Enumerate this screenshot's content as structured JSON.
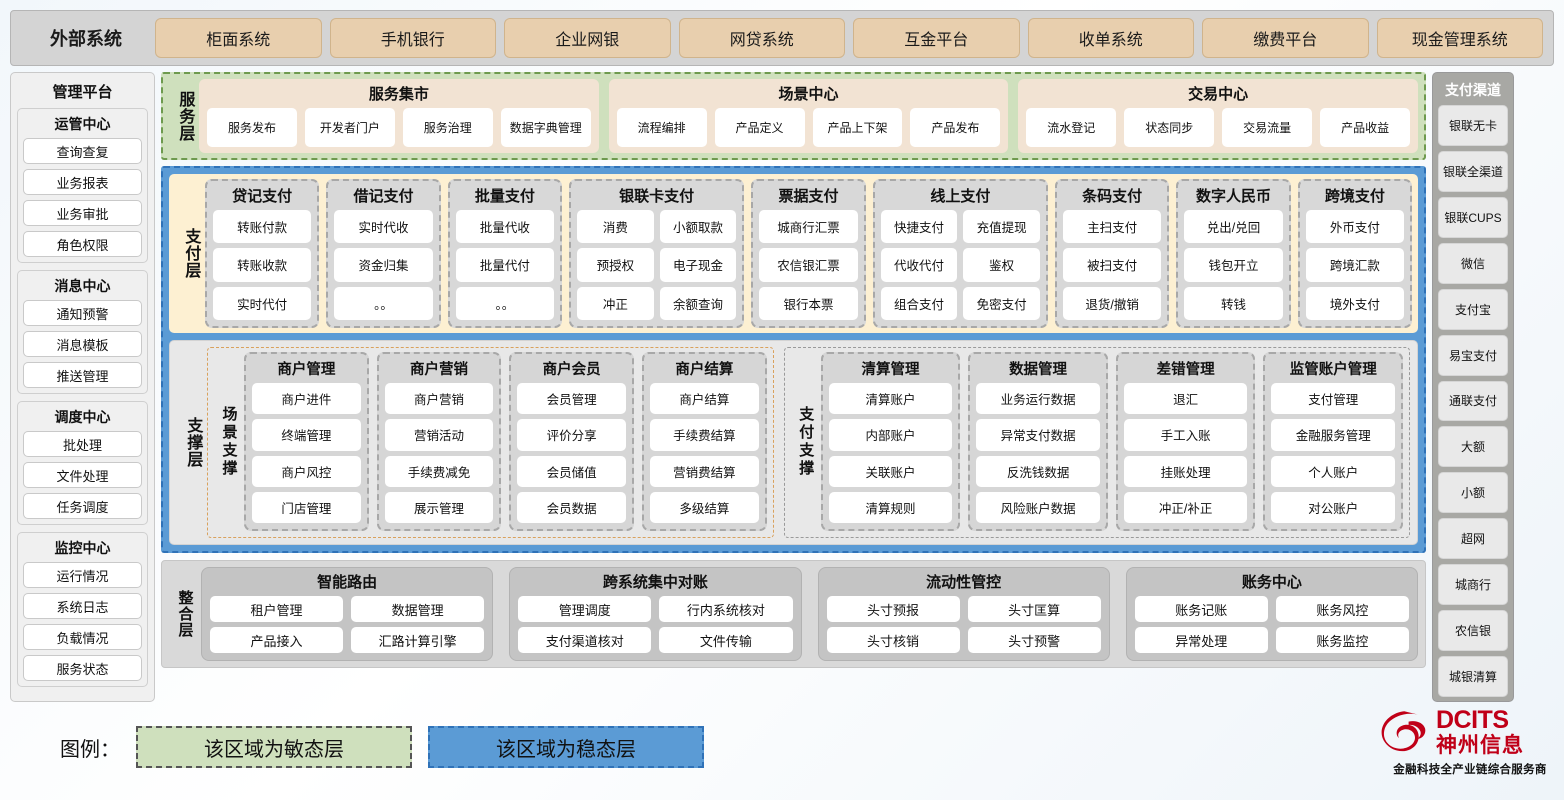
{
  "external_systems": {
    "title": "外部系统",
    "items": [
      "柜面系统",
      "手机银行",
      "企业网银",
      "网贷系统",
      "互金平台",
      "收单系统",
      "缴费平台",
      "现金管理系统"
    ]
  },
  "admin_platform": {
    "title": "管理平台",
    "groups": [
      {
        "title": "运管中心",
        "items": [
          "查询查复",
          "业务报表",
          "业务审批",
          "角色权限"
        ]
      },
      {
        "title": "消息中心",
        "items": [
          "通知预警",
          "消息模板",
          "推送管理"
        ]
      },
      {
        "title": "调度中心",
        "items": [
          "批处理",
          "文件处理",
          "任务调度"
        ]
      },
      {
        "title": "监控中心",
        "items": [
          "运行情况",
          "系统日志",
          "负载情况",
          "服务状态"
        ]
      }
    ]
  },
  "payment_channels": {
    "title": "支付渠道",
    "items": [
      "银联无卡",
      "银联全渠道",
      "银联CUPS",
      "微信",
      "支付宝",
      "易宝支付",
      "通联支付",
      "大额",
      "小额",
      "超网",
      "城商行",
      "农信银",
      "城银清算"
    ]
  },
  "service_layer": {
    "label": "服务层",
    "cards": [
      {
        "title": "服务集市",
        "chips": [
          "服务发布",
          "开发者门户",
          "服务治理",
          "数据字典管理"
        ]
      },
      {
        "title": "场景中心",
        "chips": [
          "流程编排",
          "产品定义",
          "产品上下架",
          "产品发布"
        ]
      },
      {
        "title": "交易中心",
        "chips": [
          "流水登记",
          "状态同步",
          "交易流量",
          "产品收益"
        ]
      }
    ]
  },
  "payment_layer": {
    "label": "支付层",
    "groups": [
      {
        "title": "贷记支付",
        "cols": 1,
        "rows": [
          [
            "转账付款"
          ],
          [
            "转账收款"
          ],
          [
            "实时代付"
          ]
        ]
      },
      {
        "title": "借记支付",
        "cols": 1,
        "rows": [
          [
            "实时代收"
          ],
          [
            "资金归集"
          ],
          [
            "。。"
          ]
        ]
      },
      {
        "title": "批量支付",
        "cols": 1,
        "rows": [
          [
            "批量代收"
          ],
          [
            "批量代付"
          ],
          [
            "。。"
          ]
        ]
      },
      {
        "title": "银联卡支付",
        "cols": 2,
        "rows": [
          [
            "消费",
            "小额取款"
          ],
          [
            "预授权",
            "电子现金"
          ],
          [
            "冲正",
            "余额查询"
          ]
        ]
      },
      {
        "title": "票据支付",
        "cols": 1,
        "rows": [
          [
            "城商行汇票"
          ],
          [
            "农信银汇票"
          ],
          [
            "银行本票"
          ]
        ]
      },
      {
        "title": "线上支付",
        "cols": 2,
        "rows": [
          [
            "快捷支付",
            "充值提现"
          ],
          [
            "代收代付",
            "鉴权"
          ],
          [
            "组合支付",
            "免密支付"
          ]
        ]
      },
      {
        "title": "条码支付",
        "cols": 1,
        "rows": [
          [
            "主扫支付"
          ],
          [
            "被扫支付"
          ],
          [
            "退货/撤销"
          ]
        ]
      },
      {
        "title": "数字人民币",
        "cols": 1,
        "rows": [
          [
            "兑出/兑回"
          ],
          [
            "钱包开立"
          ],
          [
            "转钱"
          ]
        ]
      },
      {
        "title": "跨境支付",
        "cols": 1,
        "rows": [
          [
            "外币支付"
          ],
          [
            "跨境汇款"
          ],
          [
            "境外支付"
          ]
        ]
      }
    ]
  },
  "support_layer": {
    "label": "支撑层",
    "blocks": [
      {
        "label": "场景支撑",
        "columns": [
          {
            "title": "商户管理",
            "items": [
              "商户进件",
              "终端管理",
              "商户风控",
              "门店管理"
            ]
          },
          {
            "title": "商户营销",
            "items": [
              "商户营销",
              "营销活动",
              "手续费减免",
              "展示管理"
            ]
          },
          {
            "title": "商户会员",
            "items": [
              "会员管理",
              "评价分享",
              "会员储值",
              "会员数据"
            ]
          },
          {
            "title": "商户结算",
            "items": [
              "商户结算",
              "手续费结算",
              "营销费结算",
              "多级结算"
            ]
          }
        ]
      },
      {
        "label": "支付支撑",
        "columns": [
          {
            "title": "清算管理",
            "items": [
              "清算账户",
              "内部账户",
              "关联账户",
              "清算规则"
            ]
          },
          {
            "title": "数据管理",
            "items": [
              "业务运行数据",
              "异常支付数据",
              "反洗钱数据",
              "风险账户数据"
            ]
          },
          {
            "title": "差错管理",
            "items": [
              "退汇",
              "手工入账",
              "挂账处理",
              "冲正/补正"
            ]
          },
          {
            "title": "监管账户管理",
            "items": [
              "支付管理",
              "金融服务管理",
              "个人账户",
              "对公账户"
            ]
          }
        ]
      }
    ]
  },
  "integration_layer": {
    "label": "整合层",
    "cards": [
      {
        "title": "智能路由",
        "rows": [
          [
            "租户管理",
            "数据管理"
          ],
          [
            "产品接入",
            "汇路计算引擎"
          ]
        ]
      },
      {
        "title": "跨系统集中对账",
        "rows": [
          [
            "管理调度",
            "行内系统核对"
          ],
          [
            "支付渠道核对",
            "文件传输"
          ]
        ]
      },
      {
        "title": "流动性管控",
        "rows": [
          [
            "头寸预报",
            "头寸匡算"
          ],
          [
            "头寸核销",
            "头寸预警"
          ]
        ]
      },
      {
        "title": "账务中心",
        "rows": [
          [
            "账务记账",
            "账务风控"
          ],
          [
            "异常处理",
            "账务监控"
          ]
        ]
      }
    ]
  },
  "legend": {
    "label": "图例：",
    "agile_text": "该区域为敏态层",
    "stable_text": "该区域为稳态层",
    "agile_color": "#cfe0bd",
    "stable_color": "#5b9bd5"
  },
  "logo": {
    "en": "DCITS",
    "cn": "神州信息",
    "tagline": "金融科技全产业链综合服务商",
    "color": "#c00018"
  }
}
